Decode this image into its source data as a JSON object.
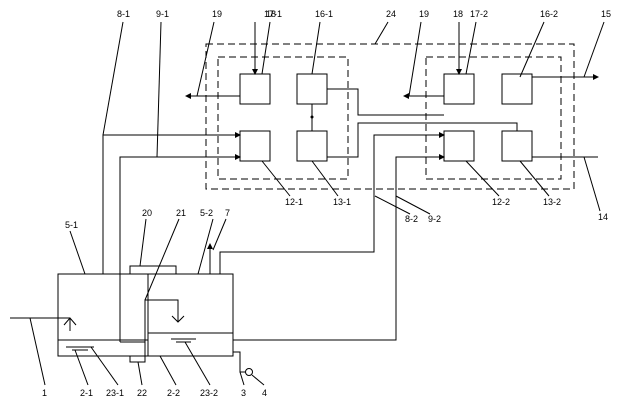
{
  "labels": {
    "l1": "1",
    "l2_1": "2-1",
    "l23_1": "23-1",
    "l22": "22",
    "l2_2": "2-2",
    "l23_2": "23-2",
    "l3": "3",
    "l4": "4",
    "l5_1": "5-1",
    "l5_2": "5-2",
    "l20": "20",
    "l21": "21",
    "l7": "7",
    "l8_1": "8-1",
    "l9_1": "9-1",
    "l19a": "19",
    "l18a": "18",
    "l17_1": "17-1",
    "l16_1": "16-1",
    "l24": "24",
    "l19b": "19",
    "l18b": "18",
    "l17_2": "17-2",
    "l16_2": "16-2",
    "l15": "15",
    "l12_1": "12-1",
    "l13_1": "13-1",
    "l8_2": "8-2",
    "l9_2": "9-2",
    "l12_2": "12-2",
    "l13_2": "13-2",
    "l14": "14"
  },
  "colors": {
    "line": "#000000",
    "background": "#ffffff"
  }
}
